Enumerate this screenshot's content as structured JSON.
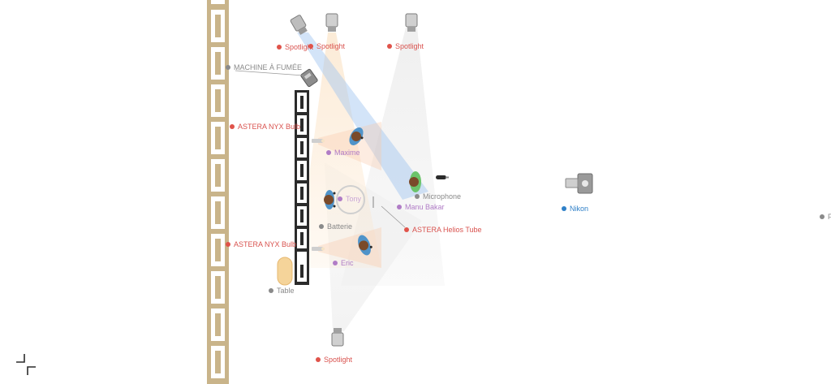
{
  "labels": {
    "spotlight_top_left": "Spotlight",
    "spotlight_top_mid": "Spotlight",
    "spotlight_top_right": "Spotlight",
    "spotlight_bottom": "Spotlight",
    "smoke_machine": "MACHINE À FUMÉE",
    "nyx_bulb_top": "ASTERA NYX Bulb",
    "nyx_bulb_bottom": "ASTERA NYX Bulb",
    "helios_tube": "ASTERA Helios Tube",
    "maxime": "Maxime",
    "tony": "Tony",
    "eric": "Eric",
    "manu": "Manu Bakar",
    "batterie": "Batterie",
    "microphone": "Microphone",
    "table": "Table",
    "nikon": "Nikon",
    "edge_label": "F"
  },
  "colors": {
    "wall": "#c9b48a",
    "light_red": "#e0534a",
    "prop_grey": "#8a8a8a",
    "person_purple": "#b07cc6",
    "camera_blue": "#2f80c8",
    "light_beam_blue": "#9ec3f0",
    "light_beam_warm": "#fbe2c4",
    "person_shirt_blue": "#4f93c9",
    "person_shirt_green": "#6bc46b",
    "table_fill": "#f5d49a"
  }
}
